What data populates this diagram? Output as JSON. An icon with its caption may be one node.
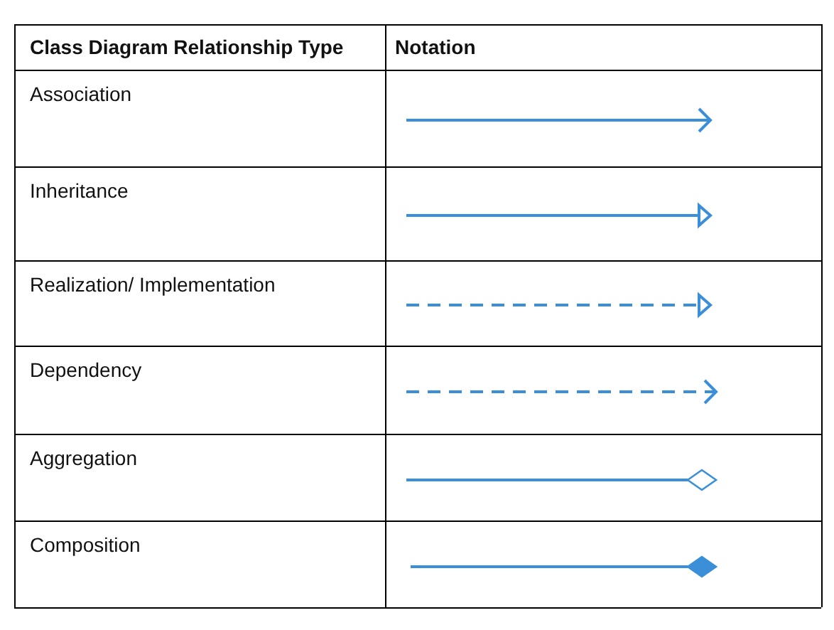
{
  "diagram": {
    "labels": [
      "Class Diagram Relationship Type",
      "Notation",
      "Association",
      "Inheritance",
      "Realization/ Implementation",
      "Dependency",
      "Aggregation",
      "Composition"
    ]
  }
}
